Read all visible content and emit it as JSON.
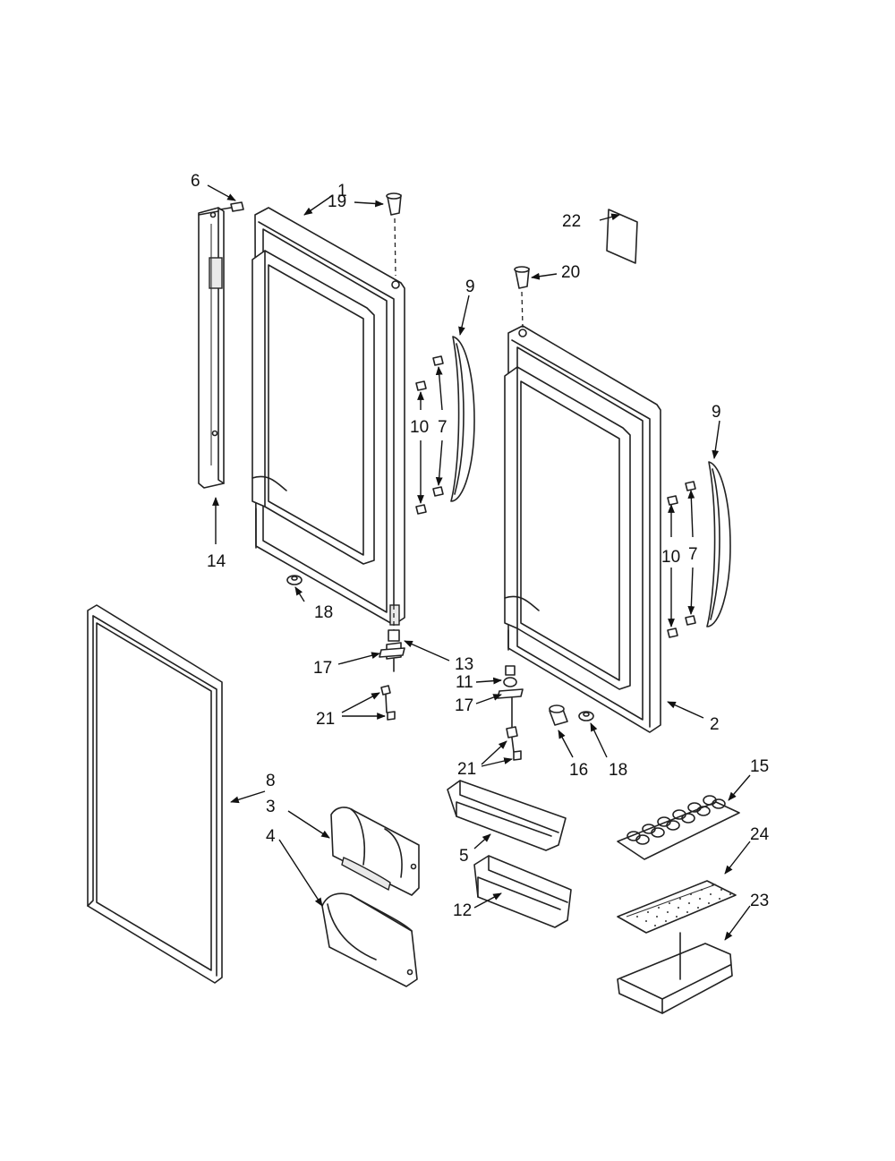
{
  "callouts": {
    "c1": "1",
    "c2": "2",
    "c3": "3",
    "c4": "4",
    "c5": "5",
    "c6": "6",
    "c7a": "7",
    "c7b": "7",
    "c8": "8",
    "c9a": "9",
    "c9b": "9",
    "c10a": "10",
    "c10b": "10",
    "c11": "11",
    "c12": "12",
    "c13": "13",
    "c14": "14",
    "c15": "15",
    "c16": "16",
    "c17a": "17",
    "c17b": "17",
    "c18a": "18",
    "c18b": "18",
    "c19": "19",
    "c20": "20",
    "c21a": "21",
    "c21b": "21",
    "c22": "22",
    "c23": "23",
    "c24": "24"
  },
  "colors": {
    "line": "#222222",
    "background": "#ffffff",
    "shade": "#e9e9e9"
  }
}
